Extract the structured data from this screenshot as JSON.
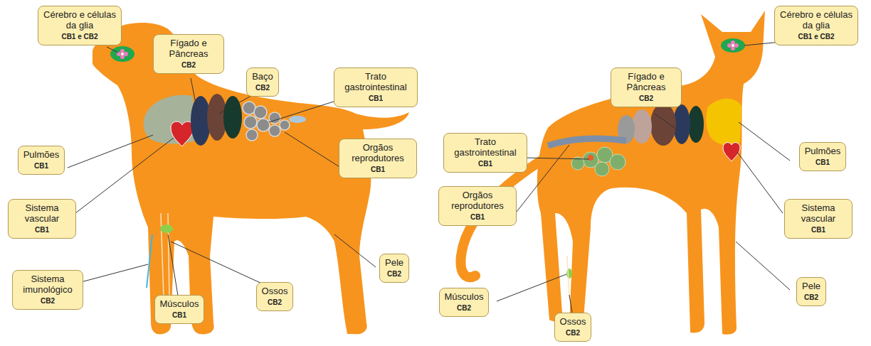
{
  "diagram": {
    "nodes": [
      {
        "text": [
          "Cérebro e células da glia",
          "CB1 e CB2"
        ]
      },
      {
        "text": [
          "Fígado e Pâncreas",
          "CB2"
        ]
      },
      {
        "text": [
          "Baço",
          "CB2"
        ]
      },
      {
        "text": [
          "Trato gastrointestinal",
          "CB1"
        ]
      },
      {
        "text": [
          "Pulmões",
          "CB1"
        ]
      },
      {
        "text": [
          "Orgãos reprodutores",
          "CB1"
        ]
      },
      {
        "text": [
          "Sistema vascular",
          "CB1"
        ]
      },
      {
        "text": [
          "Pele",
          "CB2"
        ]
      },
      {
        "text": [
          "Sistema imunológico",
          "CB2"
        ]
      },
      {
        "text": [
          "Músculos",
          "CB1"
        ]
      },
      {
        "text": [
          "Ossos",
          "CB2"
        ]
      },
      {
        "text": [
          "Cérebro e células da glia",
          "CB1 e CB2"
        ]
      },
      {
        "text": [
          "Fígado e Pâncreas",
          "CB2"
        ]
      },
      {
        "text": [
          "Trato gastrointestinal",
          "CB1"
        ]
      },
      {
        "text": [
          "Pulmões",
          "CB1"
        ]
      },
      {
        "text": [
          "Orgãos reprodutores",
          "CB1"
        ]
      },
      {
        "text": [
          "Sistema vascular",
          "CB1"
        ]
      },
      {
        "text": [
          "Pele",
          "CB2"
        ]
      },
      {
        "text": [
          "Músculos",
          "CB2"
        ]
      },
      {
        "text": [
          "Ossos",
          "CB2"
        ]
      }
    ]
  }
}
